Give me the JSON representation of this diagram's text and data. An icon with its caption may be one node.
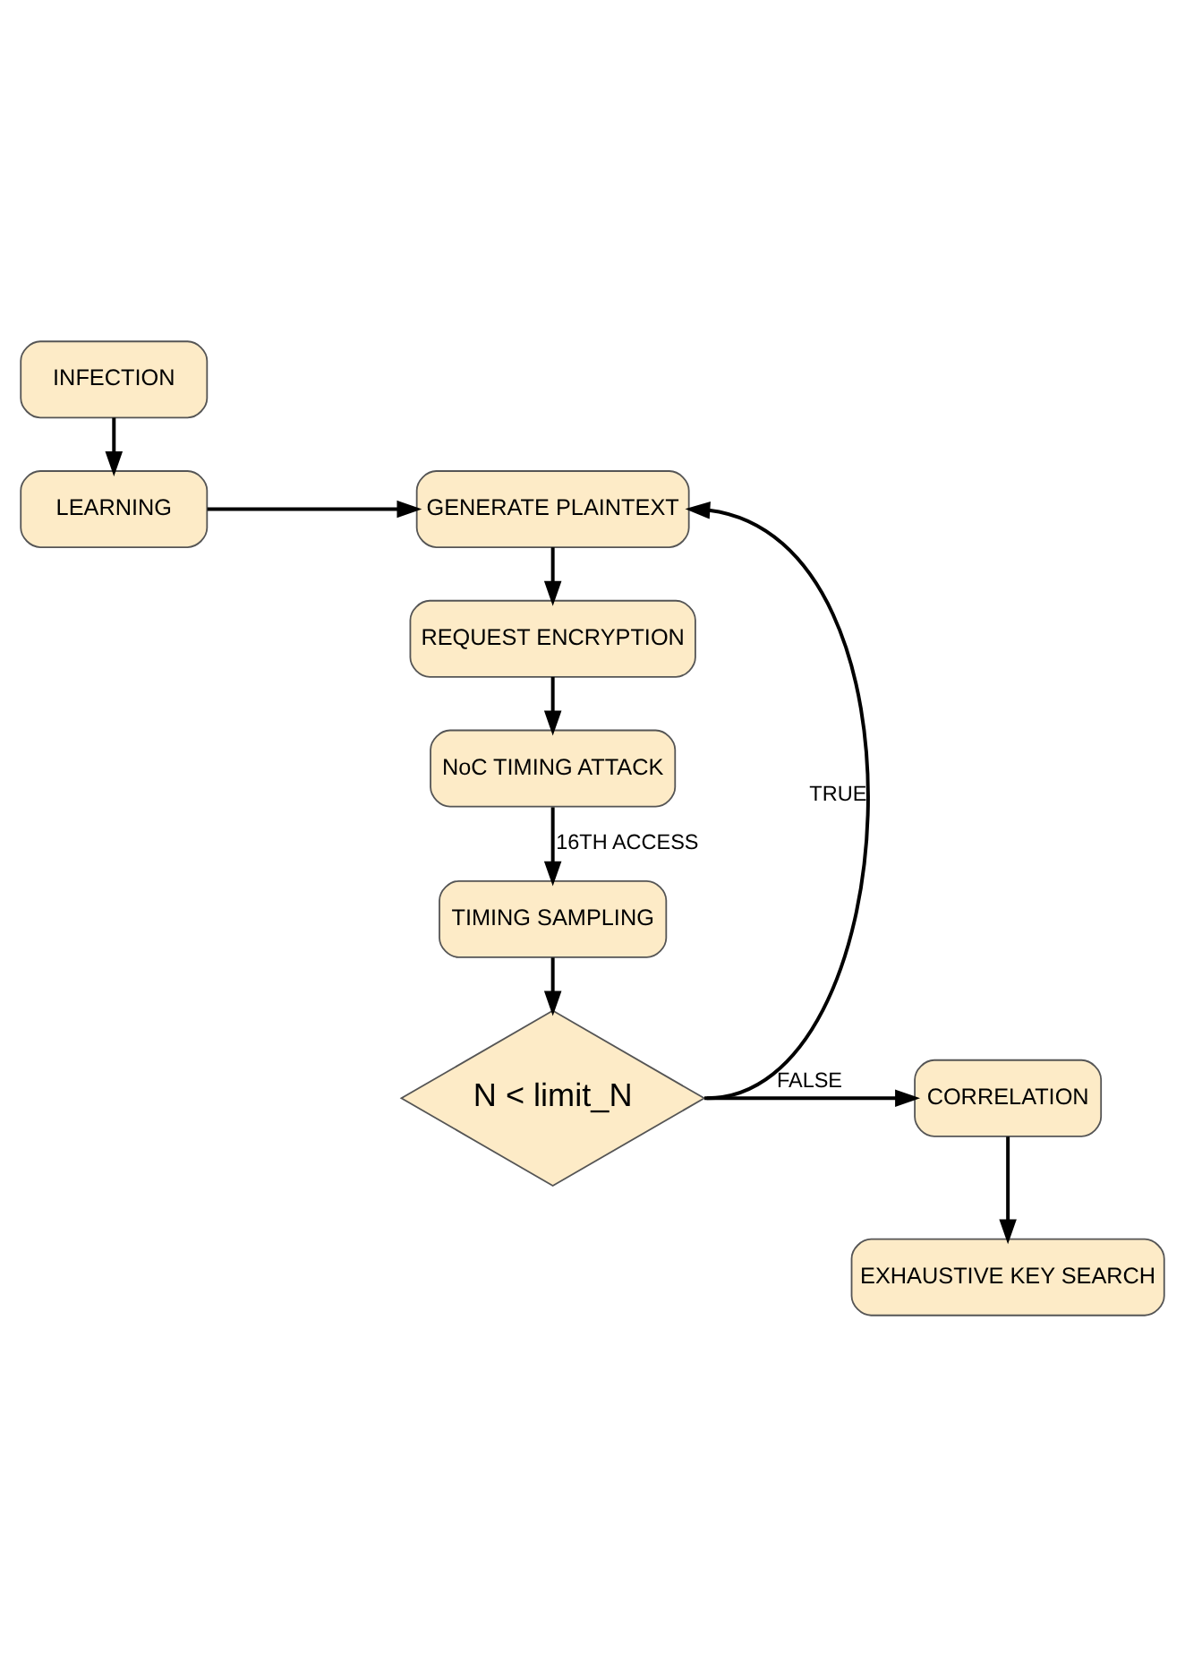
{
  "diagram": {
    "nodes": [
      {
        "text": [
          "INFECTION"
        ]
      },
      {
        "text": [
          "LEARNING"
        ]
      },
      {
        "text": [
          "GENERATE PLAINTEXT"
        ]
      },
      {
        "text": [
          "REQUEST ENCRYPTION"
        ]
      },
      {
        "text": [
          "NoC TIMING ATTACK"
        ]
      },
      {
        "text": [
          "TIMING SAMPLING"
        ]
      },
      {
        "text": [
          "N < limit_N"
        ]
      },
      {
        "text": [
          "CORRELATION"
        ]
      },
      {
        "text": [
          "EXHAUSTIVE KEY SEARCH"
        ]
      }
    ],
    "edges": [
      {
        "from": 0,
        "to": 1,
        "arrow": "to"
      },
      {
        "from": 1,
        "to": 2,
        "arrow": "to"
      },
      {
        "from": 2,
        "to": 3,
        "arrow": "to"
      },
      {
        "from": 3,
        "to": 4,
        "arrow": "to"
      },
      {
        "from": 4,
        "to": 5,
        "arrow": "to",
        "label": "16TH ACCESS"
      },
      {
        "from": 5,
        "to": 6,
        "arrow": "to"
      },
      {
        "from": 6,
        "to": 7,
        "arrow": "to",
        "label": "FALSE"
      },
      {
        "from": 6,
        "to": 2,
        "arrow": "to",
        "label": "TRUE"
      },
      {
        "from": 7,
        "to": 8,
        "arrow": "to"
      }
    ]
  }
}
